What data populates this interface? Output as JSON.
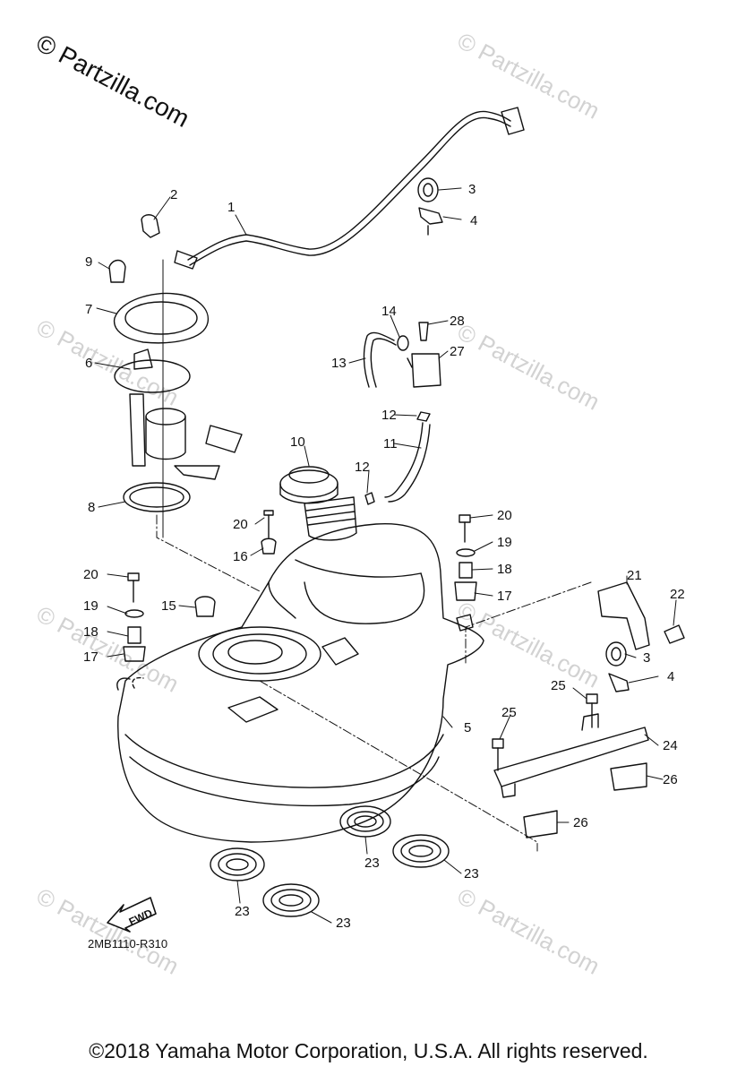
{
  "watermark": {
    "main": "© Partzilla.com",
    "faint": "© Partzilla.com"
  },
  "diagram_code": "2MB1110-R310",
  "fwd_label": "FWD",
  "copyright": "©2018  Yamaha Motor Corporation, U.S.A. All rights reserved.",
  "callouts": {
    "c1": "1",
    "c2": "2",
    "c3a": "3",
    "c3b": "3",
    "c4a": "4",
    "c4b": "4",
    "c5": "5",
    "c6": "6",
    "c7": "7",
    "c8": "8",
    "c9": "9",
    "c10": "10",
    "c11": "11",
    "c12a": "12",
    "c12b": "12",
    "c13": "13",
    "c14": "14",
    "c15": "15",
    "c16": "16",
    "c17a": "17",
    "c17b": "17",
    "c18a": "18",
    "c18b": "18",
    "c19a": "19",
    "c19b": "19",
    "c20a": "20",
    "c20b": "20",
    "c20c": "20",
    "c21": "21",
    "c22": "22",
    "c23a": "23",
    "c23b": "23",
    "c23c": "23",
    "c23d": "23",
    "c24": "24",
    "c25a": "25",
    "c25b": "25",
    "c26a": "26",
    "c26b": "26",
    "c27": "27",
    "c28": "28"
  }
}
